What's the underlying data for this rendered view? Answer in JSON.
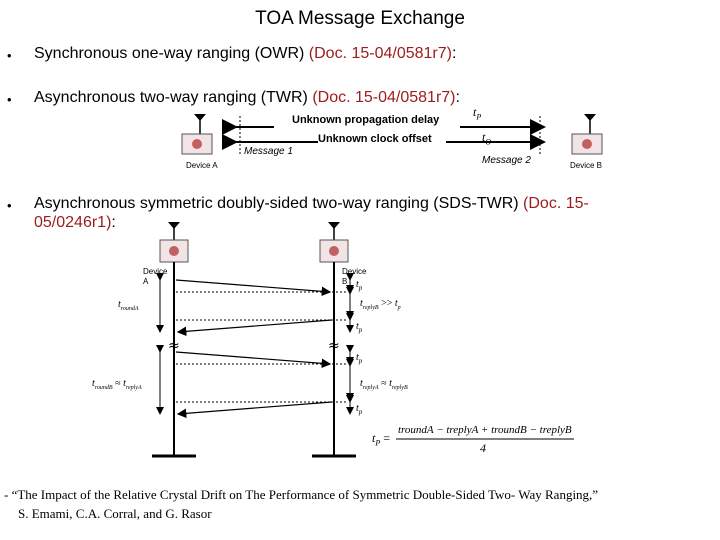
{
  "title": "TOA Message Exchange",
  "bullets": [
    {
      "text": "Synchronous one-way ranging (OWR) ",
      "ref": "(Doc. 15-04/0581r7)",
      "tail": ":"
    },
    {
      "text": "Asynchronous two-way ranging (TWR) ",
      "ref": "(Doc. 15-04/0581r7)",
      "tail": ":"
    },
    {
      "text": "Asynchronous symmetric doubly-sided two-way ranging (SDS-TWR) ",
      "ref": "(Doc. 15-05/0246r1)",
      "tail": ":"
    }
  ],
  "twr": {
    "unknown_delay": "Unknown propagation delay",
    "unknown_offset": "Unknown clock offset",
    "tp": "t",
    "tp_sub": "P",
    "t0": "t",
    "t0_sub": "O",
    "message1": "Message 1",
    "message2": "Message 2",
    "device_a": "Device A",
    "device_b": "Device B"
  },
  "sds": {
    "device_a": "Device A",
    "device_b": "Device B",
    "t_sym": "t",
    "t_sub": "p",
    "round_a": "t",
    "round_a_sub": "roundA",
    "reply_a": "t",
    "reply_a_sub": "replyA",
    "round_b": "t",
    "round_b_sub": "roundB",
    "reply_b": "t",
    "reply_b_sub": "replyB",
    "much_greater": ">>",
    "approx": "≈",
    "formula_lhs": "t",
    "formula_lhs_sub": "P",
    "formula_eq": "=",
    "formula_num": "troundA − treplyA + troundB − treplyB",
    "formula_den": "4"
  },
  "reference": {
    "line1": "- “The Impact of the Relative Crystal Drift on The Performance of Symmetric Double-Sided Two- Way Ranging,”",
    "line2": "S. Emami, C.A. Corral, and G. Rasor"
  }
}
